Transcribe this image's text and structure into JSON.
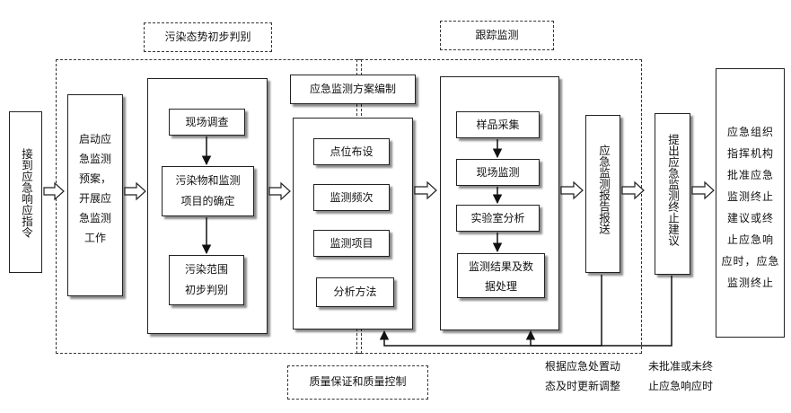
{
  "labels": {
    "pollution_initial_judgment": "污染态势初步判别",
    "tracking_monitoring": "跟踪监测",
    "quality_control": "质量保证和质量控制",
    "receive_command": "接到应急响应指令",
    "start_plan": "启动应\n急监测\n预案，\n开展应\n急监测\n工作",
    "site_survey": "现场调查",
    "pollutant_items": "污染物和监测\n项目的确定",
    "pollution_scope": "污染范围\n初步判别",
    "plan_compilation": "应急监测方案编制",
    "point_layout": "点位布设",
    "frequency": "监测频次",
    "items": "监测项目",
    "analysis_method": "分析方法",
    "sampling": "样品采集",
    "field_monitoring": "现场监测",
    "lab_analysis": "实验室分析",
    "data_processing": "监测结果及数\n据处理",
    "report_submission": "应急监测报告报送",
    "propose_termination": "提出应急监测终止建议",
    "final_text": "应急组织\n指挥机构\n批准应急\n监测终止\n建议或终\n止应急响\n应时，应急\n监测终止",
    "update_note": "根据应急处置动\n态及时更新调整",
    "not_approved_note": "未批准或未终\n止应急响应时"
  }
}
